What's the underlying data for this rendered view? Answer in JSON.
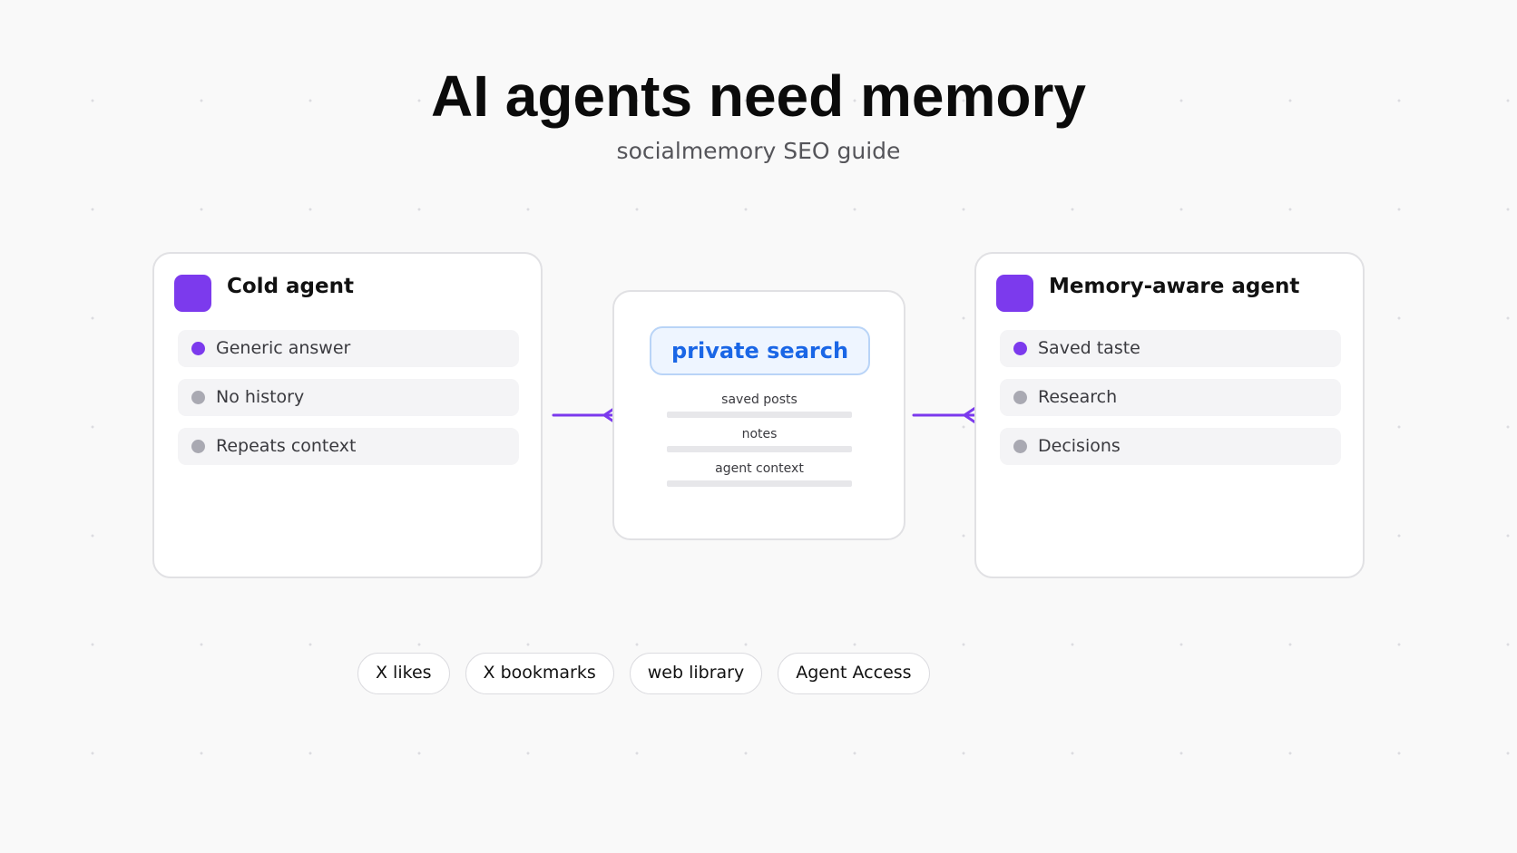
{
  "header": {
    "title": "AI agents need memory",
    "subtitle": "socialmemory SEO guide"
  },
  "cold_agent": {
    "title": "Cold agent",
    "items": [
      {
        "label": "Generic answer",
        "active": true
      },
      {
        "label": "No history",
        "active": false
      },
      {
        "label": "Repeats context",
        "active": false
      }
    ]
  },
  "private_search": {
    "label": "private search",
    "sources": [
      "saved posts",
      "notes",
      "agent context"
    ]
  },
  "memory_agent": {
    "title": "Memory-aware agent",
    "items": [
      {
        "label": "Saved taste",
        "active": true
      },
      {
        "label": "Research",
        "active": false
      },
      {
        "label": "Decisions",
        "active": false
      }
    ]
  },
  "chips": [
    "X likes",
    "X bookmarks",
    "web library",
    "Agent Access"
  ],
  "colors": {
    "accent": "#7c3aed",
    "search_text": "#1a66e6",
    "search_fill": "#eef5ff",
    "inactive_dot": "#a9a9b2"
  }
}
